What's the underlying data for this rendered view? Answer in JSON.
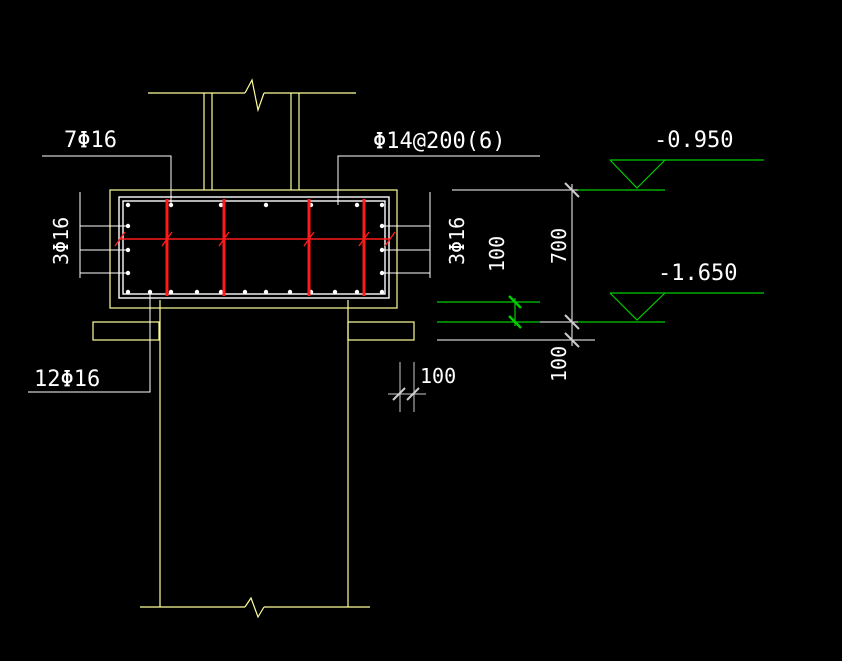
{
  "labels": {
    "top_left_rebar": "7Φ16",
    "stirrup": "Φ14@200(6)",
    "left_side": "3Φ16",
    "right_side": "3Φ16",
    "bottom_rebar": "12Φ16",
    "inner_dim": "100",
    "height_dim": "700",
    "lower_dim": "100",
    "width_dim": "100",
    "elev_top": "-0.950",
    "elev_bottom": "-1.650"
  },
  "colors": {
    "background": "#000000",
    "outline": "#ffff99",
    "rebar_main": "#ffffff",
    "stirrup": "#ff1a1a",
    "elevation": "#00cc00",
    "dim_tick": "#cccccc",
    "leader": "#ffffff"
  }
}
